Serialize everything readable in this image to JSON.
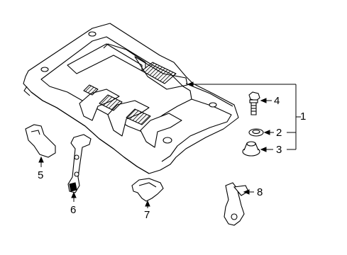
{
  "callouts": {
    "c1": "1",
    "c2": "2",
    "c3": "3",
    "c4": "4",
    "c5": "5",
    "c6": "6",
    "c7": "7",
    "c8": "8"
  },
  "colors": {
    "line": "#000000",
    "part_fill": "#ffffff",
    "hatch": "#000000"
  },
  "parts": [
    "engine-cover",
    "washer",
    "grommet",
    "bolt",
    "insulator",
    "bracket",
    "pad",
    "clip"
  ]
}
